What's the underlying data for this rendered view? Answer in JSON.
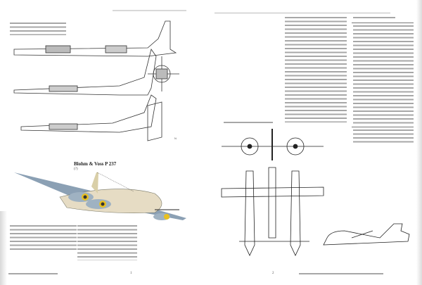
{
  "left_page": {
    "illustration_title": "Blohm & Voss P 237",
    "illustration_subtitle": "(?)",
    "page_number": "1"
  },
  "right_page": {
    "page_number": "2"
  }
}
